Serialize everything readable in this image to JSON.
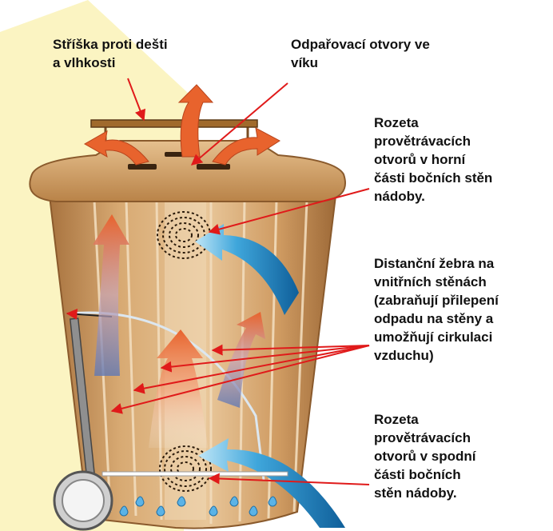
{
  "labels": {
    "roof": "Stříška proti dešti\na vlhkosti",
    "lid_vents": "Odpařovací otvory ve\nvíku",
    "upper_vents": "Rozeta\nprovětrávacích\notvorů v horní\nčásti bočních stěn\nnádoby.",
    "ribs": "Distanční žebra na\nvnitřních stěnách\n(zabraňují přilepení\nodpadu na stěny a\numožňují cirkulaci\nvzduchu)",
    "lower_vents": "Rozeta\nprovětrávacích\notvorů v spodní\nčásti bočních\nstěn nádoby."
  },
  "colors": {
    "background": "#ffffff",
    "light_beam": "#fbf4c2",
    "bin_body": "#c9955f",
    "bin_light": "#e7c294",
    "bin_dark": "#9c6a3a",
    "warm_air": "#e8632d",
    "cool_air": "#2b8fc9",
    "pointer": "#e01a1a",
    "text": "#111111"
  },
  "icons": [
    "warm-air-arrow",
    "cool-air-arrow",
    "vent-rosette",
    "wheel",
    "water-drops"
  ]
}
